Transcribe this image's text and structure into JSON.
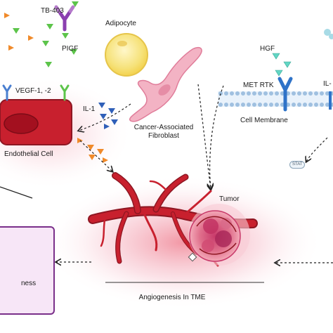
{
  "labels": {
    "tb403": "TB-403",
    "plgf": "PIGF",
    "adipocyte": "Adipocyte",
    "vegf": "VEGF-1, -2",
    "il1": "IL-1",
    "il_partial": "IL-",
    "endothelial_cell": "Endothelial Cell",
    "caf_line1": "Cancer-Associated",
    "caf_line2": "Fibroblast",
    "hgf": "HGF",
    "met_rtk": "MET RTK",
    "cell_membrane": "Cell Membrane",
    "stat": "STAT",
    "tumor": "Tumor",
    "angiogenesis": "Angiogenesis In TME",
    "box_text": "ness"
  },
  "colors": {
    "ligand_green": "#5cc44a",
    "ligand_orange": "#f08a2a",
    "ligand_blue": "#2f5fb8",
    "hgf_teal": "#62d6c4",
    "antibody_purple": "#8b3fb0",
    "vessel_red": "#b81d2e",
    "cell_red": "#c8202e",
    "adipocyte_yellow": "#f6e27a",
    "fibroblast_pink": "#f3b3c4",
    "membrane_blue": "#9fc0e0",
    "receptor_blue": "#2f73c8",
    "box_purple": "#7a2f8a",
    "box_fill": "#f7e6f7"
  }
}
